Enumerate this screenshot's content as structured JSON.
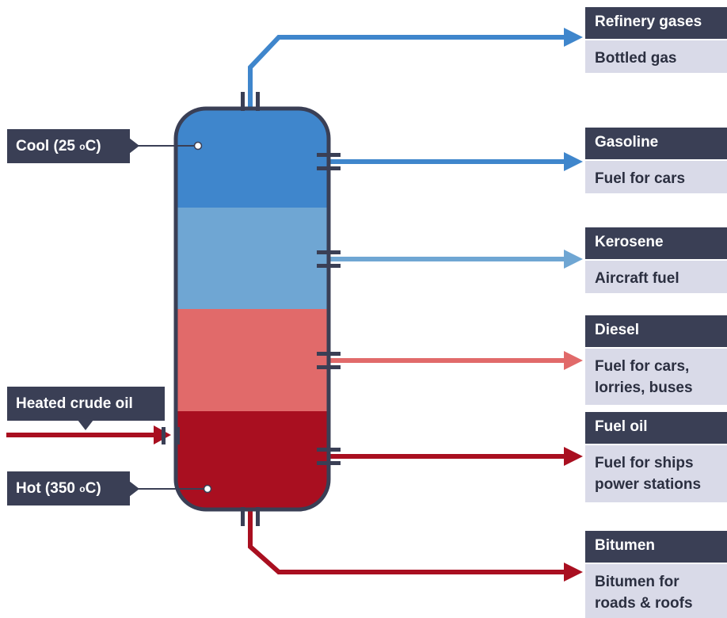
{
  "products": [
    {
      "name": "Refinery gases",
      "use_lines": [
        "Bottled gas"
      ]
    },
    {
      "name": "Gasoline",
      "use_lines": [
        "Fuel for cars"
      ]
    },
    {
      "name": "Kerosene",
      "use_lines": [
        "Aircraft fuel"
      ]
    },
    {
      "name": "Diesel",
      "use_lines": [
        "Fuel for cars,",
        "lorries, buses"
      ]
    },
    {
      "name": "Fuel oil",
      "use_lines": [
        "Fuel for ships",
        "power stations"
      ]
    },
    {
      "name": "Bitumen",
      "use_lines": [
        "Bitumen for",
        "roads & roofs"
      ]
    }
  ],
  "labels": {
    "cool_prefix": "Cool (25 ",
    "cool_degree": "o",
    "cool_suffix": "C)",
    "hot_prefix": "Hot (350 ",
    "hot_degree": "o",
    "hot_suffix": "C)",
    "input": "Heated crude oil"
  },
  "colors": {
    "layer_top": "#3f86cc",
    "layer_second": "#6fa6d3",
    "layer_third": "#e16a6a",
    "layer_bottom": "#a90f20",
    "outline": "#3a3f55",
    "label_dark": "#3a3f55",
    "label_light": "#d9dae8"
  }
}
